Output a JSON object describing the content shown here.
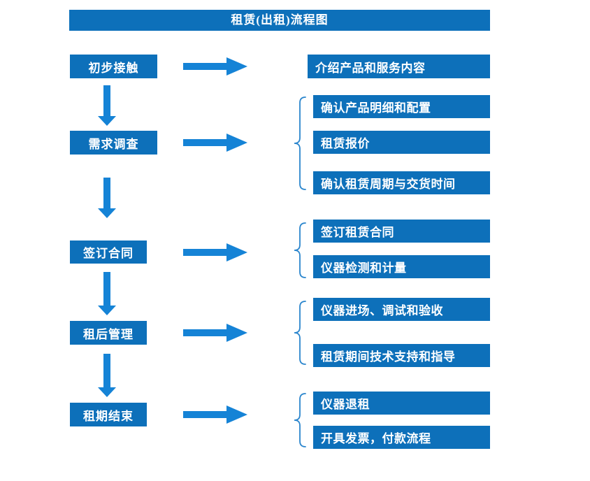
{
  "title": "租赁(出租)流程图",
  "colors": {
    "box": "#0d70ba",
    "arrow": "#1583d6",
    "bracket": "#2a85cd",
    "text": "#ffffff"
  },
  "steps": [
    {
      "label": "初步接触",
      "outputs": [
        "介绍产品和服务内容"
      ]
    },
    {
      "label": "需求调查",
      "outputs": [
        "确认产品明细和配置",
        "租赁报价",
        "确认租赁周期与交货时间"
      ]
    },
    {
      "label": "签订合同",
      "outputs": [
        "签订租赁合同",
        "仪器检测和计量"
      ]
    },
    {
      "label": "租后管理",
      "outputs": [
        "仪器进场、调试和验收",
        "租赁期间技术支持和指导"
      ]
    },
    {
      "label": "租期结束",
      "outputs": [
        "仪器退租",
        "开具发票，付款流程"
      ]
    }
  ]
}
